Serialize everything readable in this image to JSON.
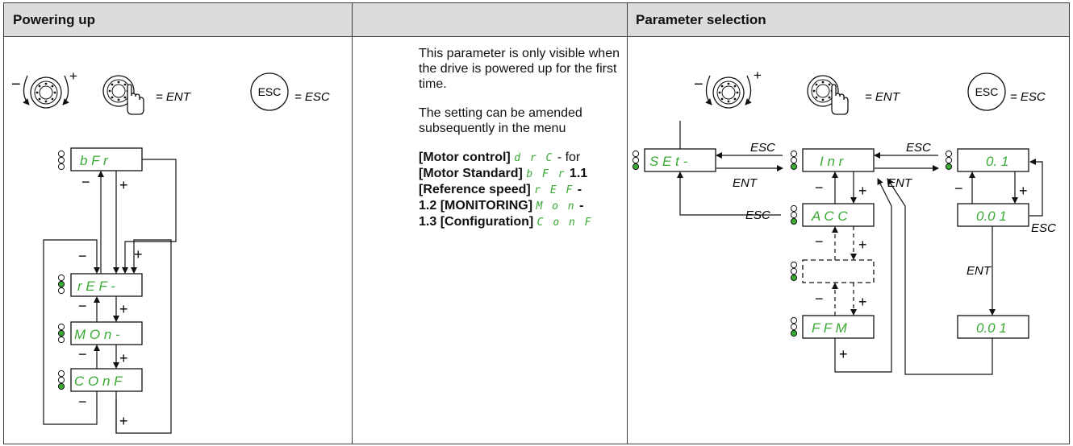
{
  "headers": {
    "powering_up": "Powering up",
    "middle": "",
    "parameter_selection": "Parameter selection"
  },
  "description": {
    "line1": "This parameter is only visible when the drive is powered up for the first time.",
    "line2": "The setting can be amended subsequently in the menu",
    "items": [
      {
        "label": "[Motor control]",
        "code": "d r C",
        "suffix": " - for"
      },
      {
        "label": "[Motor Standard]",
        "code": "b F r",
        "suffix": " 1.1"
      },
      {
        "label": "[Reference speed]",
        "code": "r E F",
        "suffix": " -"
      },
      {
        "label": "1.2 [MONITORING]",
        "code": "M o n",
        "suffix": " -"
      },
      {
        "label": "1.3 [Configuration]",
        "code": "C o n F",
        "suffix": ""
      }
    ]
  },
  "legend": {
    "minus": "−",
    "plus": "+",
    "ent_label": "= ENT",
    "esc_button": "ESC",
    "esc_label": "= ESC"
  },
  "left_diagram": {
    "displays": [
      "b F r",
      "r E F -",
      "M O n -",
      "C O n F"
    ],
    "minus": "−",
    "plus": "+"
  },
  "right_diagram": {
    "displays": [
      "S E t -",
      "I n r",
      "A C C",
      "F F M",
      "0. 1",
      "0.0 1",
      "0.0 1"
    ],
    "esc": "ESC",
    "ent": "ENT",
    "minus": "−",
    "plus": "+"
  },
  "colors": {
    "segment_green": "#3aaa35",
    "led_green": "#3aaa35",
    "header_bg": "#dcdcdc",
    "line": "#3d3d3d"
  }
}
